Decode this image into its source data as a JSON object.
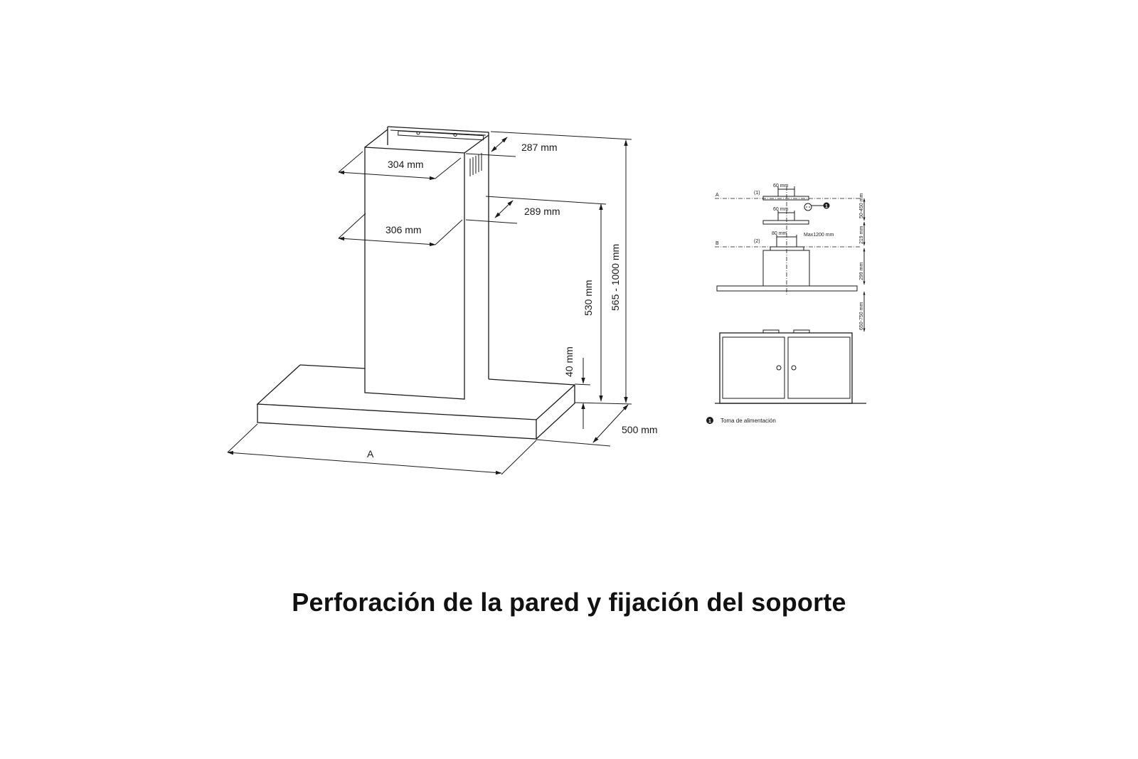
{
  "caption": "Perforación de la pared y fijación del soporte",
  "main_drawing": {
    "labels": {
      "top_depth": "287 mm",
      "top_width": "304 mm",
      "lower_depth": "289 mm",
      "lower_width": "306 mm",
      "chimney_height": "530 mm",
      "total_height": "565 - 1000 mm",
      "canopy_thickness": "40 mm",
      "canopy_depth": "500 mm",
      "canopy_width": "A"
    }
  },
  "side_drawing": {
    "labels": {
      "line_a": "A",
      "line_b": "B",
      "bracket_1": "(1)",
      "bracket_2": "(2)",
      "width_60_top": "60 mm",
      "width_60_mid": "60 mm",
      "width_80": "80 mm",
      "max_1200": "Max1200 mm",
      "dim_50_450": "50-450 mm",
      "dim_219": "219 mm",
      "dim_299": "299 mm",
      "dim_650_750": "650-750 mm",
      "marker": "1"
    },
    "legend": {
      "marker": "1",
      "text": "Toma de alimentación"
    }
  }
}
